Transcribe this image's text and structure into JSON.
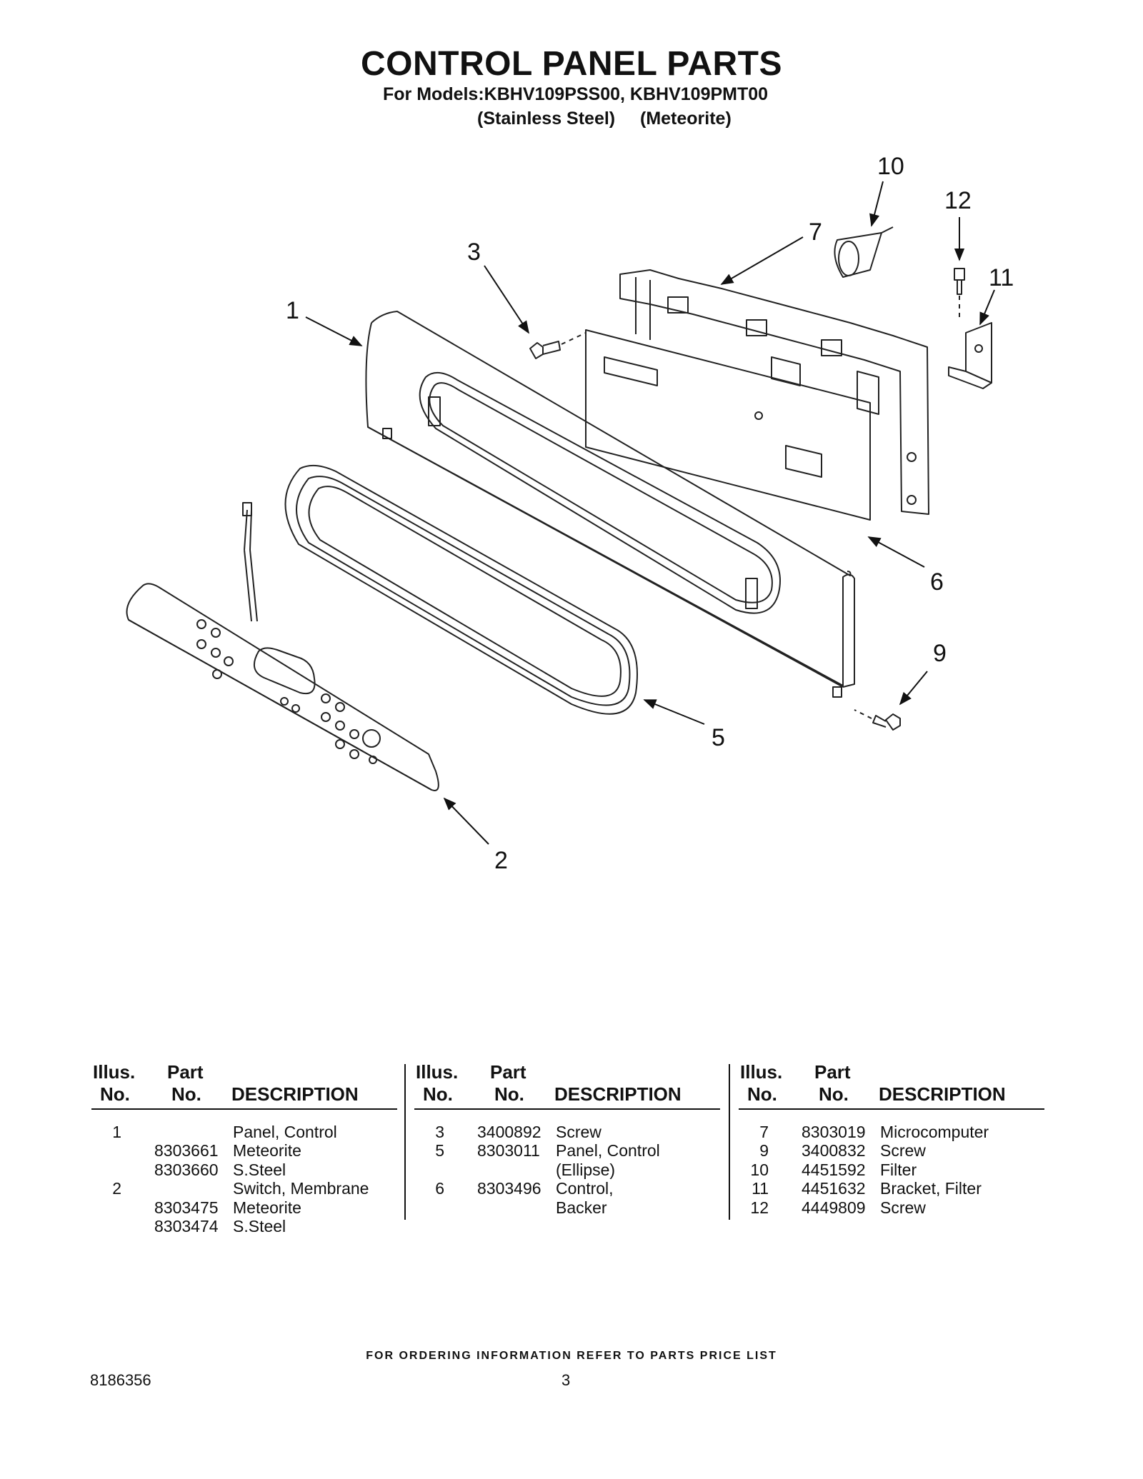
{
  "header": {
    "title": "CONTROL PANEL PARTS",
    "models_line": "For Models:KBHV109PSS00, KBHV109PMT00",
    "finish_1": "(Stainless Steel)",
    "finish_2": "(Meteorite)"
  },
  "callouts": [
    "1",
    "2",
    "3",
    "5",
    "6",
    "7",
    "9",
    "10",
    "11",
    "12"
  ],
  "table": {
    "headers": {
      "illus_1": "Illus.",
      "illus_2": "No.",
      "part_1": "Part",
      "part_2": "No.",
      "desc": "DESCRIPTION"
    },
    "columns": [
      {
        "rows": [
          {
            "illus": "1",
            "part": "",
            "desc": "Panel, Control"
          },
          {
            "illus": "",
            "part": "8303661",
            "desc": "Meteorite"
          },
          {
            "illus": "",
            "part": "8303660",
            "desc": "S.Steel"
          },
          {
            "illus": "2",
            "part": "",
            "desc": "Switch, Membrane"
          },
          {
            "illus": "",
            "part": "8303475",
            "desc": "Meteorite"
          },
          {
            "illus": "",
            "part": "8303474",
            "desc": "S.Steel"
          }
        ]
      },
      {
        "rows": [
          {
            "illus": "3",
            "part": "3400892",
            "desc": "Screw"
          },
          {
            "illus": "5",
            "part": "8303011",
            "desc": "Panel, Control"
          },
          {
            "illus": "",
            "part": "",
            "desc": "(Ellipse)"
          },
          {
            "illus": "6",
            "part": "8303496",
            "desc": "Control,"
          },
          {
            "illus": "",
            "part": "",
            "desc": "Backer"
          }
        ]
      },
      {
        "rows": [
          {
            "illus": "7",
            "part": "8303019",
            "desc": "Microcomputer"
          },
          {
            "illus": "9",
            "part": "3400832",
            "desc": "Screw"
          },
          {
            "illus": "10",
            "part": "4451592",
            "desc": "Filter"
          },
          {
            "illus": "11",
            "part": "4451632",
            "desc": "Bracket, Filter"
          },
          {
            "illus": "12",
            "part": "4449809",
            "desc": "Screw"
          }
        ]
      }
    ]
  },
  "footer": {
    "ordering_note": "FOR ORDERING INFORMATION REFER TO PARTS PRICE LIST",
    "document_number": "8186356",
    "page_number": "3"
  }
}
